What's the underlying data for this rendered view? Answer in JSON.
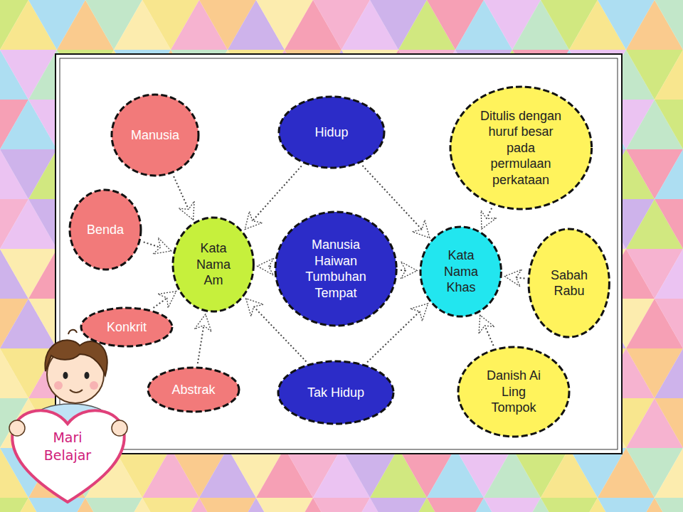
{
  "diagram": {
    "nodes": [
      {
        "text": [
          "Manusia"
        ]
      },
      {
        "text": [
          "Hidup"
        ]
      },
      {
        "text": [
          "Ditulis dengan huruf besar pada permulaan perkataan"
        ]
      },
      {
        "text": [
          "Benda"
        ]
      },
      {
        "text": [
          "Kata Nama Am"
        ]
      },
      {
        "text": [
          "Manusia Haiwan Tumbuhan Tempat"
        ]
      },
      {
        "text": [
          "Kata Nama Khas"
        ]
      },
      {
        "text": [
          "Sabah Rabu"
        ]
      },
      {
        "text": [
          "Konkrit"
        ]
      },
      {
        "text": [
          "Abstrak"
        ]
      },
      {
        "text": [
          "Tak Hidup"
        ]
      },
      {
        "text": [
          "Danish Ai Ling Tompok"
        ]
      }
    ],
    "edges": [
      {
        "from": 0,
        "to": 4,
        "arrow": "to"
      },
      {
        "from": 1,
        "to": 4,
        "arrow": "to"
      },
      {
        "from": 1,
        "to": 6,
        "arrow": "to"
      },
      {
        "from": 2,
        "to": 6,
        "arrow": "to"
      },
      {
        "from": 3,
        "to": 4,
        "arrow": "to"
      },
      {
        "from": 5,
        "to": 4,
        "arrow": "to"
      },
      {
        "from": 5,
        "to": 6,
        "arrow": "to"
      },
      {
        "from": 7,
        "to": 6,
        "arrow": "to"
      },
      {
        "from": 8,
        "to": 4,
        "arrow": "to"
      },
      {
        "from": 9,
        "to": 4,
        "arrow": "to"
      },
      {
        "from": 10,
        "to": 4,
        "arrow": "to"
      },
      {
        "from": 10,
        "to": 6,
        "arrow": "to"
      },
      {
        "from": 11,
        "to": 6,
        "arrow": "to"
      }
    ],
    "labels": [
      "Mari Belajar"
    ]
  }
}
